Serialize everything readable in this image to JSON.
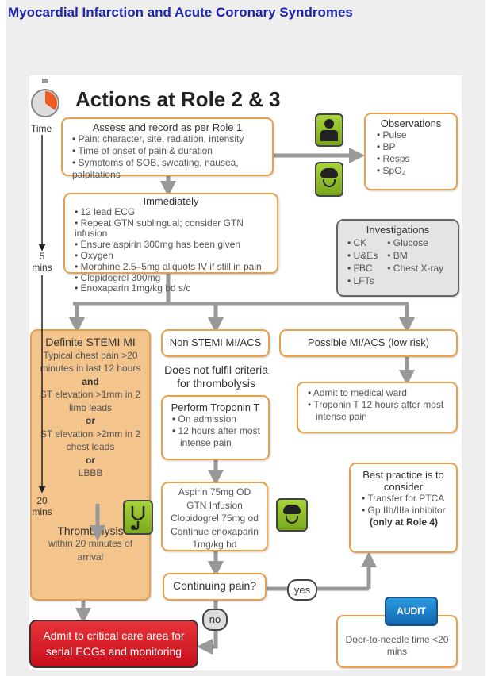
{
  "page_title": "Myocardial Infarction and Acute Coronary Syndromes",
  "heading": "Actions at Role 2 & 3",
  "timeline": {
    "time": "Time",
    "t5": "5",
    "t5u": "mins",
    "t20": "20",
    "t20u": "mins"
  },
  "assess": {
    "title": "Assess and record as per Role 1",
    "items": [
      "Pain: character, site, radiation, intensity",
      "Time of onset of pain & duration",
      "Symptoms of SOB, sweating, nausea, palpitations"
    ]
  },
  "observations": {
    "title": "Observations",
    "items": [
      "Pulse",
      "BP",
      "Resps",
      "SpO₂"
    ]
  },
  "immediately": {
    "title": "Immediately",
    "items": [
      "12 lead ECG",
      "Repeat GTN sublingual; consider GTN infusion",
      "Ensure aspirin 300mg has been given",
      "Oxygen",
      "Morphine 2.5–5mg aliquots IV if still in pain",
      "Clopidogrel 300mg",
      "Enoxaparin 1mg/kg bd s/c"
    ]
  },
  "investigations": {
    "title": "Investigations",
    "col1": [
      "CK",
      "U&Es",
      "FBC",
      "LFTs"
    ],
    "col2": [
      "Glucose",
      "BM",
      "Chest X-ray"
    ]
  },
  "stemi": {
    "title": "Definite STEMI MI",
    "l1": "Typical chest pain >20 minutes in last 12 hours",
    "and": "and",
    "l2": "ST elevation >1mm in 2 limb leads",
    "or1": "or",
    "l3": "ST elevation >2mm in 2 chest leads",
    "or2": "or",
    "l4": "LBBB",
    "thromb": "Thrombolysis",
    "thromb_sub": "within 20 minutes of arrival"
  },
  "nonstemi": {
    "title": "Non STEMI MI/ACS",
    "note": "Does not fulfil criteria for thrombolysis"
  },
  "possible": {
    "title": "Possible MI/ACS (low risk)",
    "items": [
      "Admit to medical ward",
      "Troponin T 12 hours after most intense pain"
    ]
  },
  "troponin": {
    "title": "Perform Troponin T",
    "items": [
      "On admission",
      "12 hours after most intense pain"
    ]
  },
  "meds": [
    "Aspirin 75mg OD",
    "GTN Infusion",
    "Clopidogrel 75mg od",
    "Continue enoxaparin 1mg/kg bd"
  ],
  "best": {
    "title": "Best practice is to consider",
    "items": [
      "Transfer for PTCA",
      "Gp IIb/IIIa inhibitor"
    ],
    "note": "(only at Role 4)"
  },
  "continuing": "Continuing pain?",
  "yes": "yes",
  "no": "no",
  "critical": "Admit to critical care area for serial ECGs and monitoring",
  "audit": {
    "badge": "AUDIT",
    "text": "Door-to-needle time <20 mins"
  },
  "colors": {
    "orange": "#e8a04a",
    "stemi_fill": "#f3c48c",
    "green": "#9cc932",
    "red": "#d8202a",
    "blue": "#1c22b0"
  }
}
